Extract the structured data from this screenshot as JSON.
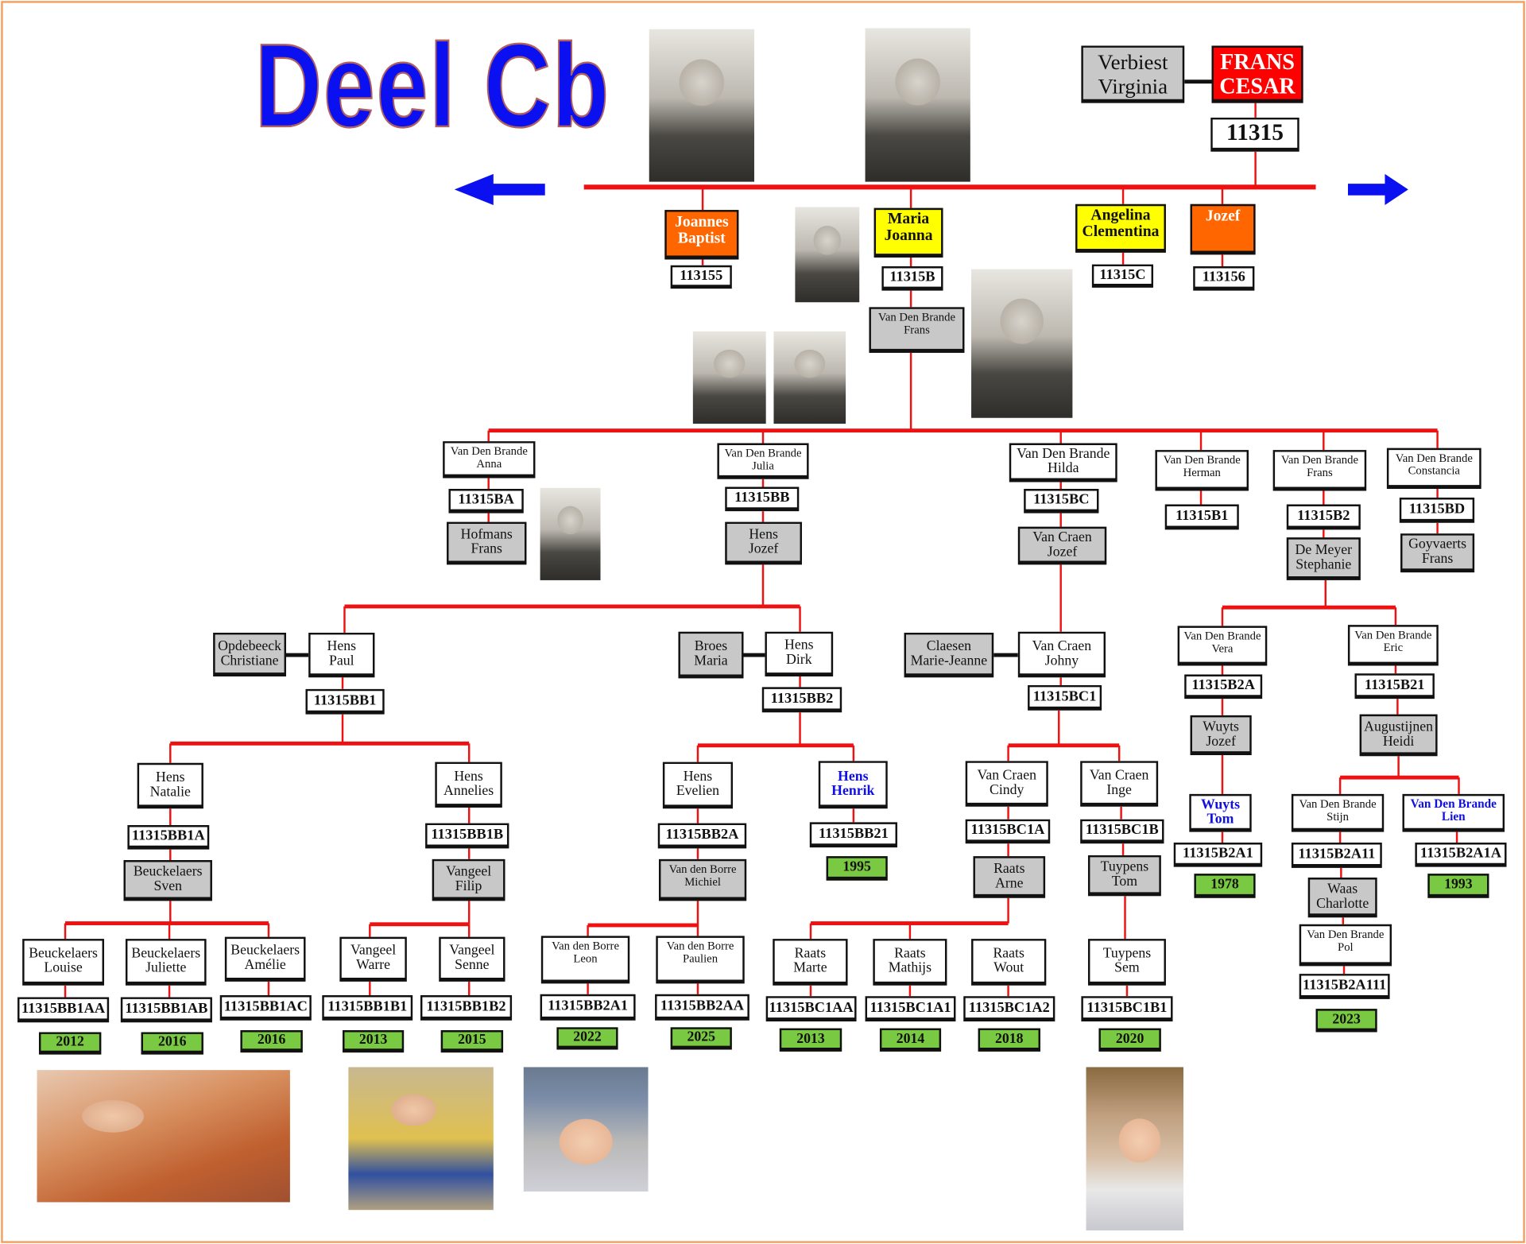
{
  "title": "Deel Cb",
  "colors": {
    "line": "#ee1111",
    "arrow": "#0a10f0",
    "year_badge": "#7ac943",
    "spouse_box": "#c8c8c8",
    "orange": "#ff6600",
    "yellow": "#ffff00",
    "red": "#ff0000"
  },
  "icons": {
    "left": "arrow-left-icon",
    "right": "arrow-right-icon"
  },
  "boxes": {
    "verbiest": "Verbiest\nVirginia",
    "frans_cesar": "FRANS\nCESAR",
    "c11315": "11315",
    "joannes": "Joannes\nBaptist",
    "c113155": "113155",
    "maria": "Maria\nJoanna",
    "c11315B": "11315B",
    "angelina": "Angelina\nClementina",
    "c11315C": "11315C",
    "jozef": "Jozef",
    "c113156": "113156",
    "vdb_frans_sp": "Van Den Brande\nFrans",
    "anna": "Van Den Brande\nAnna",
    "c11315BA": "11315BA",
    "hofmans": "Hofmans\nFrans",
    "julia": "Van Den Brande\nJulia",
    "c11315BB": "11315BB",
    "hens_jozef": "Hens\nJozef",
    "hilda": "Van Den Brande\nHilda",
    "c11315BC": "11315BC",
    "vc_jozef": "Van Craen\nJozef",
    "herman": "Van Den Brande\nHerman",
    "c11315B1": "11315B1",
    "vdb_frans": "Van Den Brande\nFrans",
    "c11315B2": "11315B2",
    "demeyer": "De Meyer\nStephanie",
    "constancia": "Van Den Brande\nConstancia",
    "c11315BD": "11315BD",
    "goyvaerts": "Goyvaerts\nFrans",
    "opdebeeck": "Opdebeeck\nChristiane",
    "hens_paul": "Hens\nPaul",
    "c11315BB1": "11315BB1",
    "broes": "Broes\nMaria",
    "hens_dirk": "Hens\nDirk",
    "c11315BB2": "11315BB2",
    "claesen": "Claesen\nMarie-Jeanne",
    "vc_johny": "Van Craen\nJohny",
    "c11315BC1": "11315BC1",
    "vera": "Van Den Brande\nVera",
    "c11315B2A": "11315B2A",
    "wuyts_jozef": "Wuyts\nJozef",
    "wuyts_tom": "Wuyts\nTom",
    "c11315B2A1": "11315B2A1",
    "y1978": "1978",
    "eric": "Van Den Brande\nEric",
    "c11315B21": "11315B21",
    "augustijnen": "Augustijnen\nHeidi",
    "stijn": "Van Den Brande\nStijn",
    "c11315B2A11": "11315B2A11",
    "waas": "Waas\nCharlotte",
    "pol": "Van Den Brande\nPol",
    "c11315B2A111": "11315B2A111",
    "y2023": "2023",
    "lien": "Van Den Brande\nLien",
    "c11315B2A1A": "11315B2A1A",
    "y1993": "1993",
    "natalie": "Hens\nNatalie",
    "c11315BB1A": "11315BB1A",
    "sven": "Beuckelaers\nSven",
    "louise": "Beuckelaers\nLouise",
    "c11315BB1AA": "11315BB1AA",
    "y2012": "2012",
    "juliette": "Beuckelaers\nJuliette",
    "c11315BB1AB": "11315BB1AB",
    "y2016a": "2016",
    "amelie": "Beuckelaers\nAmélie",
    "c11315BB1AC": "11315BB1AC",
    "y2016b": "2016",
    "annelies": "Hens\nAnnelies",
    "c11315BB1B": "11315BB1B",
    "filip": "Vangeel\nFilip",
    "warre": "Vangeel\nWarre",
    "c11315BB1B1": "11315BB1B1",
    "y2013a": "2013",
    "senne": "Vangeel\nSenne",
    "c11315BB1B2": "11315BB1B2",
    "y2015": "2015",
    "evelien": "Hens\nEvelien",
    "c11315BB2A": "11315BB2A",
    "michiel": "Van den Borre\nMichiel",
    "leon": "Van den Borre\nLeon",
    "c11315BB2A1": "11315BB2A1",
    "y2022": "2022",
    "paulien": "Van den Borre\nPaulien",
    "c11315BB2AA": "11315BB2AA",
    "y2025": "2025",
    "henrik": "Hens\nHenrik",
    "c11315BB21": "11315BB21",
    "y1995": "1995",
    "cindy": "Van Craen\nCindy",
    "c11315BC1A": "11315BC1A",
    "arne": "Raats\nArne",
    "marte": "Raats\nMarte",
    "c11315BC1AA": "11315BC1AA",
    "y2013b": "2013",
    "mathijs": "Raats\nMathijs",
    "c11315BC1A1": "11315BC1A1",
    "y2014": "2014",
    "wout": "Raats\nWout",
    "c11315BC1A2": "11315BC1A2",
    "y2018": "2018",
    "inge": "Van Craen\nInge",
    "c11315BC1B": "11315BC1B",
    "tuypens_tom": "Tuypens\nTom",
    "sem": "Tuypens\nSem",
    "c11315BC1B1": "11315BC1B1",
    "y2020": "2020"
  }
}
